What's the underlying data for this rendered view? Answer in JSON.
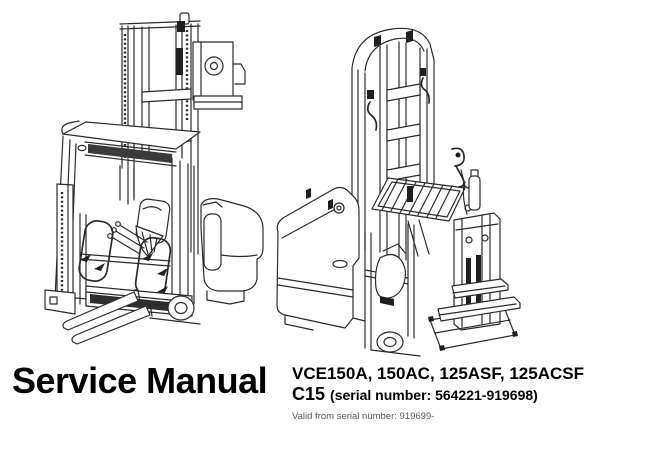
{
  "title_block": {
    "title": "Service Manual",
    "models": "VCE150A, 150AC, 125ASF, 125ACSF",
    "series": "C15",
    "serial_info": "(serial number: 564221-919698)",
    "valid_from": "Valid from serial number: 919699-"
  },
  "illustrations": {
    "left": {
      "label": "order-picker-truck-line-drawing-front-left-view"
    },
    "right": {
      "label": "order-picker-truck-line-drawing-rear-right-view"
    }
  },
  "colors": {
    "background": "#ffffff",
    "text": "#000000",
    "muted_text": "#595959",
    "line_art": "#2b2b2b",
    "dark_fill": "#1f1f1f"
  }
}
